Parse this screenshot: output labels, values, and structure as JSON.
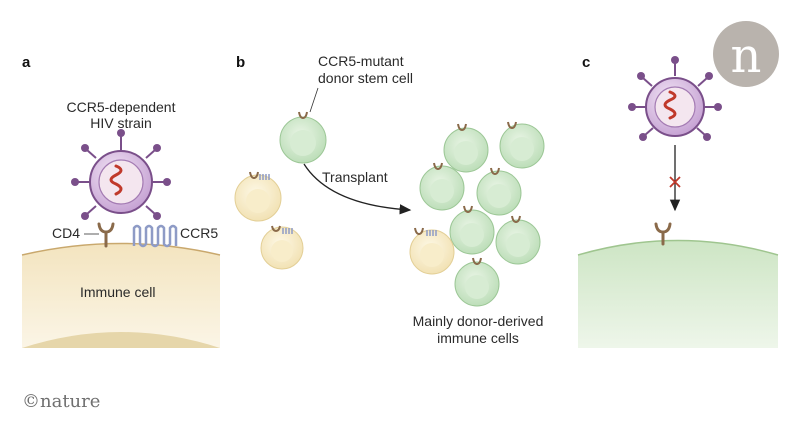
{
  "panels": {
    "a": {
      "letter": "a",
      "virus_label_line1": "CCR5-dependent",
      "virus_label_line2": "HIV strain",
      "cd4_label": "CD4",
      "ccr5_label": "CCR5",
      "cell_label": "Immune cell"
    },
    "b": {
      "letter": "b",
      "donor_label_line1": "CCR5-mutant",
      "donor_label_line2": "donor stem cell",
      "arrow_label": "Transplant",
      "result_label_line1": "Mainly donor-derived",
      "result_label_line2": "immune cells"
    },
    "c": {
      "letter": "c"
    }
  },
  "branding": {
    "logo_letter": "n",
    "copyright": "©nature"
  },
  "colors": {
    "host_cell": "#f6eccc",
    "donor_cell": "#cfe6cf",
    "virus": "#c9a6d6",
    "virus_outline": "#7a4f8a",
    "rna": "#c0392b",
    "receptor": "#8a6a4a",
    "ccr5": "#8e9bc6"
  }
}
